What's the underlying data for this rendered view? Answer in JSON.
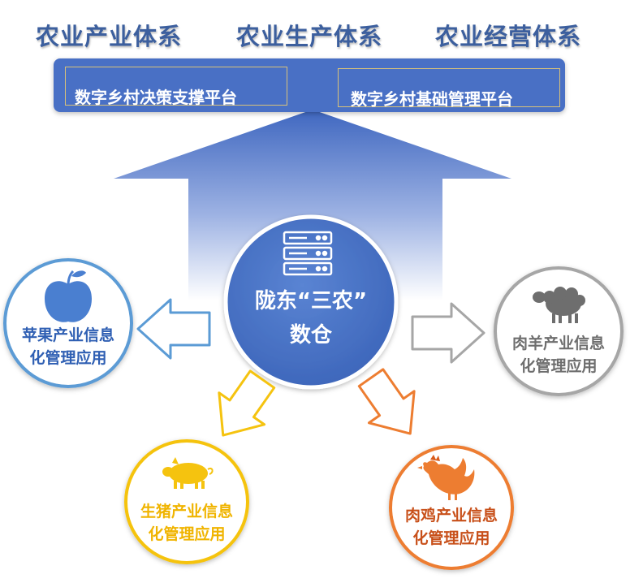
{
  "top_systems": [
    {
      "label": "农业产业体系"
    },
    {
      "label": "农业生产体系"
    },
    {
      "label": "农业经营体系"
    }
  ],
  "platforms": [
    {
      "label": "数字乡村决策支撑平台"
    },
    {
      "label": "数字乡村基础管理平台"
    }
  ],
  "center": {
    "line1": "陇东“三农”",
    "line2": "数仓",
    "icon": "server-icon"
  },
  "nodes": {
    "apple": {
      "line1": "苹果产业信息",
      "line2": "化管理应用",
      "icon": "apple-icon",
      "color": "#5b9bd5"
    },
    "sheep": {
      "line1": "肉羊产业信息",
      "line2": "化管理应用",
      "icon": "sheep-icon",
      "color": "#a6a6a6"
    },
    "pig": {
      "line1": "生猪产业信息",
      "line2": "化管理应用",
      "icon": "pig-icon",
      "color": "#f5c30f"
    },
    "chicken": {
      "line1": "肉鸡产业信息",
      "line2": "化管理应用",
      "icon": "chicken-icon",
      "color": "#ed7d31"
    }
  },
  "colors": {
    "primary_blue": "#4472c4",
    "title_blue": "#3c5f9e",
    "bar_blue": "#4a70c5"
  }
}
